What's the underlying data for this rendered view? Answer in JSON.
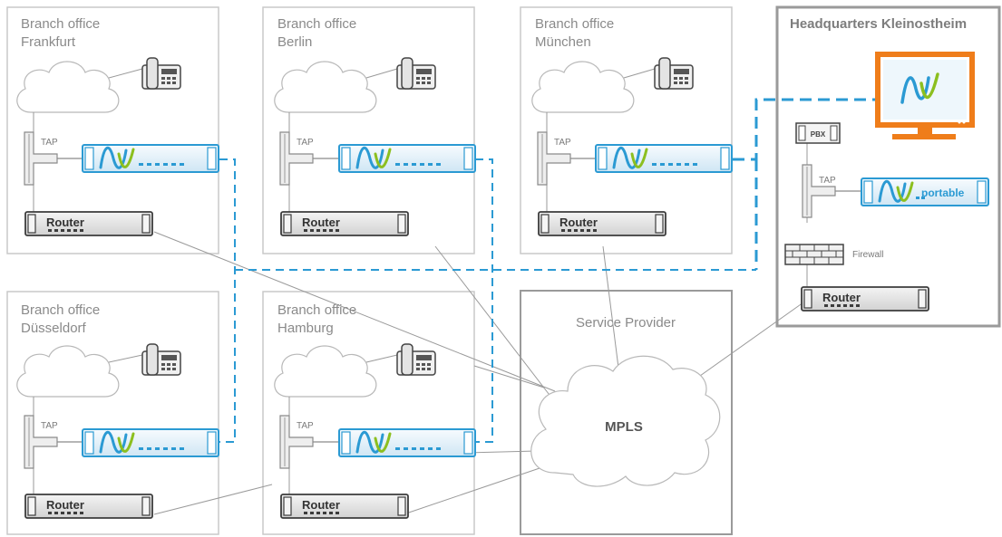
{
  "offices": {
    "frankfurt": {
      "line1": "Branch office",
      "line2": "Frankfurt"
    },
    "berlin": {
      "line1": "Branch office",
      "line2": "Berlin"
    },
    "muenchen": {
      "line1": "Branch office",
      "line2": "München"
    },
    "duesseldorf": {
      "line1": "Branch office",
      "line2": "Düsseldorf"
    },
    "hamburg": {
      "line1": "Branch office",
      "line2": "Hamburg"
    }
  },
  "headquarters": {
    "title": "Headquarters Kleinostheim",
    "pbx": "PBX",
    "firewall": "Firewall",
    "portable": "portable"
  },
  "provider": {
    "title": "Service Provider",
    "cloud": "MPLS"
  },
  "labels": {
    "tap": "TAP",
    "router": "Router"
  },
  "colors": {
    "brand_blue": "#2b9ad3",
    "brand_green": "#8cbf1f",
    "monitor_orange": "#ef7d1a",
    "box_border": "#c9c9c9",
    "hq_border": "#9a9a9a"
  },
  "icons": [
    "cloud-icon",
    "phone-icon",
    "tap-icon",
    "probe-icon",
    "router-icon",
    "monitor-icon",
    "pbx-icon",
    "firewall-icon"
  ]
}
